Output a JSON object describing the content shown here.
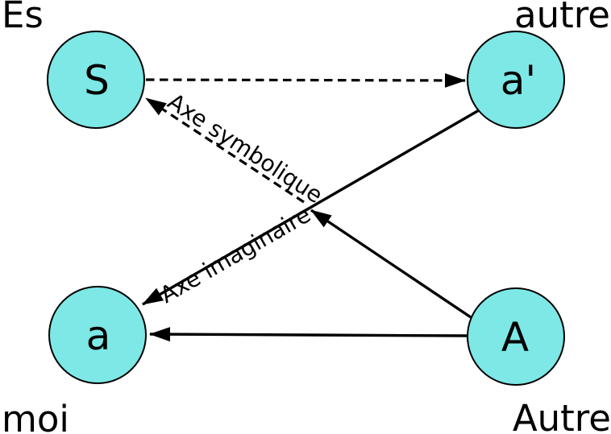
{
  "diagram": {
    "type": "schema",
    "colors": {
      "node_fill": "#7de8e6",
      "node_stroke": "#000000",
      "line": "#000000",
      "background": "#ffffff"
    },
    "nodes": {
      "S": {
        "label": "S",
        "outer": "Es"
      },
      "aprime": {
        "label": "a'",
        "outer": "autre"
      },
      "a": {
        "label": "a",
        "outer": "moi"
      },
      "A": {
        "label": "A",
        "outer": "Autre"
      }
    },
    "axes": {
      "symbolic": {
        "label": "Axe symbolique",
        "style": "dashed"
      },
      "imaginary": {
        "label": "Axe imaginaire",
        "style": "solid"
      }
    },
    "edges": [
      {
        "from": "S",
        "to": "aprime",
        "style": "dashed",
        "arrow": "end"
      },
      {
        "from": "A",
        "to": "S",
        "style": "solid-then-dashed",
        "arrow": "middle-and-end",
        "axis": "symbolic"
      },
      {
        "from": "aprime",
        "to": "a",
        "style": "solid",
        "arrow": "end",
        "axis": "imaginary"
      },
      {
        "from": "A",
        "to": "a",
        "style": "solid",
        "arrow": "end"
      }
    ]
  }
}
